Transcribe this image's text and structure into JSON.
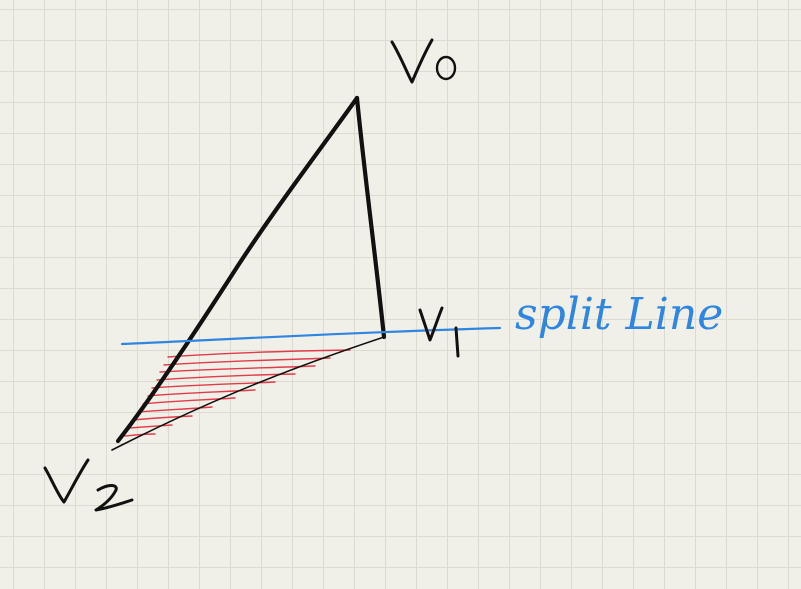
{
  "labels": {
    "v0": "V0",
    "v1": "V1",
    "v2": "V2",
    "split_line": "split Line"
  },
  "colors": {
    "background": "#f1f0e8",
    "grid": "#dcdbd2",
    "ink": "#111111",
    "split_line": "#2f86e0",
    "hatch": "#e23b4a"
  }
}
